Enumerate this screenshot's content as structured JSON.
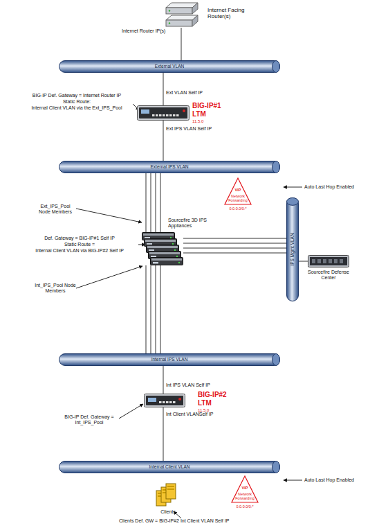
{
  "diagram": {
    "nodes": [
      {
        "text": [
          "Internet Facing Router(s)"
        ]
      },
      {
        "text": [
          "External VLAN"
        ]
      },
      {
        "text": [
          "BIG-IP#1",
          "LTM",
          "11.5.0"
        ]
      },
      {
        "text": [
          "External IPS VLAN"
        ]
      },
      {
        "text": [
          "VIP",
          "Network Forwarding",
          "0.0.0.0/0:*"
        ]
      },
      {
        "text": [
          "Sourcefire 3D IPS Appliances"
        ]
      },
      {
        "text": [
          "IPS Mgmt VLAN"
        ]
      },
      {
        "text": [
          "Sourcefire Defense Center"
        ]
      },
      {
        "text": [
          "Internal IPS VLAN"
        ]
      },
      {
        "text": [
          "BIG-IP#2",
          "LTM",
          "11.5.0"
        ]
      },
      {
        "text": [
          "Internal Client VLAN"
        ]
      },
      {
        "text": [
          "VIP",
          "Network Forwarding",
          "0.0.0.0/0:*"
        ]
      },
      {
        "text": [
          "Clients"
        ]
      }
    ],
    "edges": [
      {
        "from": 0,
        "to": 1,
        "arrow": "none"
      },
      {
        "from": 1,
        "to": 2,
        "arrow": "none"
      },
      {
        "from": 2,
        "to": 3,
        "arrow": "none"
      },
      {
        "from": 3,
        "to": 5,
        "arrow": "none"
      },
      {
        "from": 3,
        "to": 5,
        "arrow": "none"
      },
      {
        "from": 3,
        "to": 5,
        "arrow": "none"
      },
      {
        "from": 3,
        "to": 5,
        "arrow": "none"
      },
      {
        "from": 5,
        "to": 8,
        "arrow": "none"
      },
      {
        "from": 5,
        "to": 8,
        "arrow": "none"
      },
      {
        "from": 5,
        "to": 8,
        "arrow": "none"
      },
      {
        "from": 5,
        "to": 8,
        "arrow": "none"
      },
      {
        "from": 5,
        "to": 6,
        "arrow": "none"
      },
      {
        "from": 5,
        "to": 6,
        "arrow": "none"
      },
      {
        "from": 5,
        "to": 6,
        "arrow": "none"
      },
      {
        "from": 5,
        "to": 6,
        "arrow": "none"
      },
      {
        "from": 7,
        "to": 6,
        "arrow": "none"
      },
      {
        "from": 8,
        "to": 9,
        "arrow": "none"
      },
      {
        "from": 9,
        "to": 10,
        "arrow": "none"
      }
    ],
    "labels": [
      "Internet Router IP(s)",
      "Ext VLAN Self IP",
      "BIG-IP Def. Gateway = Internet Router IP",
      "Static Route:",
      "Internal Client VLAN via the Ext_IPS_Pool",
      "Ext IPS VLAN Self IP",
      "Auto Last Hop Enabled",
      "Ext_IPS_Pool Node Members",
      "Def. Gateway = BIG-IP#1 Self IP",
      "Static Route =",
      "Internal Client VLAN via BIG-IP#2 Self IP",
      "Int_IPS_Pool Node Members",
      "Int IPS VLAN Self IP",
      "Int Client VLANSelf IP",
      "BIG-IP Def. Gateway = Int_IPS_Pool",
      "Auto Last Hop Enabled",
      "Clients Def. GW = BIG-IP#2 Int Client VLAN Self IP"
    ]
  }
}
